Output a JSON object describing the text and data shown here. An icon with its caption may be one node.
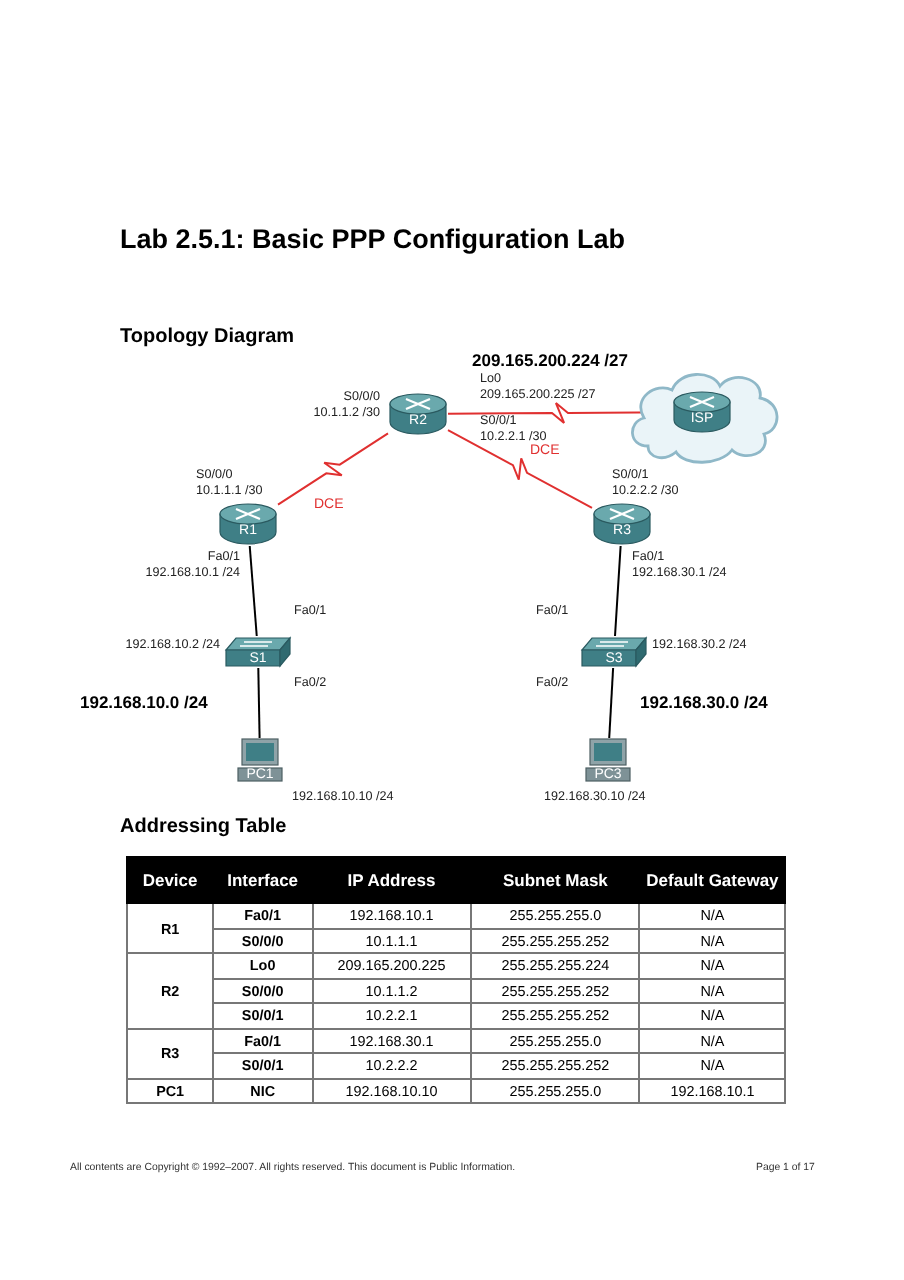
{
  "diagram": {
    "title": "Lab 2.5.1: Basic PPP Configuration Lab",
    "nodes": [
      {
        "text": [
          "R2"
        ],
        "beside": [
          "Lo0",
          "209.165.200.225 /27",
          "S0/0/0",
          "10.1.1.2 /30",
          "S0/0/1",
          "10.2.2.1 /30"
        ]
      },
      {
        "text": [],
        "shape": "cloud"
      },
      {
        "text": [
          "ISP"
        ],
        "in": 1
      },
      {
        "text": [
          "R1"
        ],
        "beside": [
          "S0/0/0",
          "10.1.1.1 /30",
          "Fa0/1",
          "192.168.10.1 /24"
        ]
      },
      {
        "text": [
          "R3"
        ],
        "beside": [
          "S0/0/1",
          "10.2.2.2 /30",
          "Fa0/1",
          "192.168.30.1 /24"
        ]
      },
      {
        "text": [
          "S1"
        ],
        "beside": [
          "Fa0/1",
          "192.168.10.2 /24",
          "Fa0/2"
        ]
      },
      {
        "text": [
          "S3"
        ],
        "beside": [
          "Fa0/1",
          "192.168.30.2 /24",
          "Fa0/2"
        ]
      },
      {
        "text": [
          "PC1"
        ],
        "beside": [
          "192.168.10.10 /24"
        ]
      },
      {
        "text": [
          "PC3"
        ],
        "beside": [
          "192.168.30.10 /24"
        ]
      }
    ],
    "edges": [
      {
        "from": 0,
        "to": 2,
        "arrow": "none",
        "color": "#e03030"
      },
      {
        "from": 0,
        "to": 3,
        "arrow": "none",
        "label": "DCE",
        "color": "#e03030"
      },
      {
        "from": 0,
        "to": 4,
        "arrow": "none",
        "label": "DCE",
        "color": "#e03030"
      },
      {
        "from": 3,
        "to": 5,
        "arrow": "none"
      },
      {
        "from": 5,
        "to": 7,
        "arrow": "none"
      },
      {
        "from": 4,
        "to": 6,
        "arrow": "none"
      },
      {
        "from": 6,
        "to": 8,
        "arrow": "none"
      }
    ],
    "labels": [
      "Topology Diagram",
      "209.165.200.224 /27",
      "192.168.10.0 /24",
      "192.168.30.0 /24",
      "Addressing Table",
      "Device",
      "Interface",
      "IP Address",
      "Subnet Mask",
      "Default Gateway",
      "R1",
      "Fa0/1",
      "192.168.10.1",
      "255.255.255.0",
      "N/A",
      "S0/0/0",
      "10.1.1.1",
      "255.255.255.252",
      "N/A",
      "R2",
      "Lo0",
      "209.165.200.225",
      "255.255.255.224",
      "N/A",
      "S0/0/0",
      "10.1.1.2",
      "255.255.255.252",
      "N/A",
      "S0/0/1",
      "10.2.2.1",
      "255.255.255.252",
      "N/A",
      "R3",
      "Fa0/1",
      "192.168.30.1",
      "255.255.255.0",
      "N/A",
      "S0/0/1",
      "10.2.2.2",
      "255.255.255.252",
      "N/A",
      "PC1",
      "NIC",
      "192.168.10.10",
      "255.255.255.0",
      "192.168.10.1",
      "All contents are Copyright © 1992–2007. All rights reserved. This document is Public Information.",
      "Page 1 of 17"
    ]
  }
}
